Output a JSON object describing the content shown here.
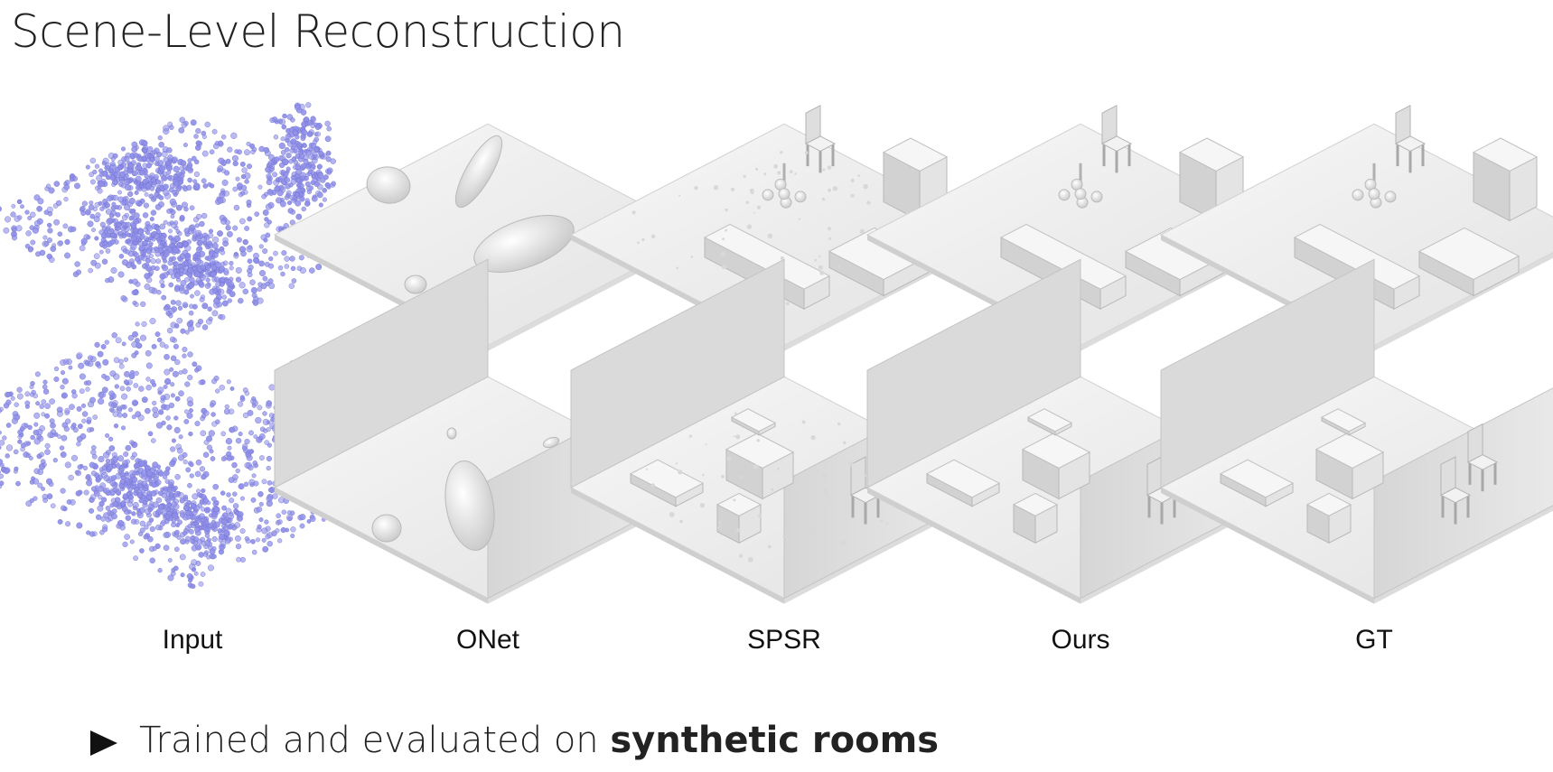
{
  "slide": {
    "title": "Scene-Level Reconstruction",
    "figure": {
      "rows": [
        {
          "scene": "furnished room without walls"
        },
        {
          "scene": "furnished room with two walls"
        }
      ],
      "columns": [
        {
          "caption": "Input",
          "style": "point-cloud",
          "color": "#8f8fe8"
        },
        {
          "caption": "ONet",
          "style": "mesh-blobby"
        },
        {
          "caption": "SPSR",
          "style": "mesh-noisy"
        },
        {
          "caption": "Ours",
          "style": "mesh-detailed"
        },
        {
          "caption": "GT",
          "style": "mesh-ground-truth"
        }
      ]
    },
    "bullet": {
      "icon": "triangle-right-icon",
      "text_plain": "Trained and evaluated on ",
      "text_bold": "synthetic rooms"
    }
  }
}
